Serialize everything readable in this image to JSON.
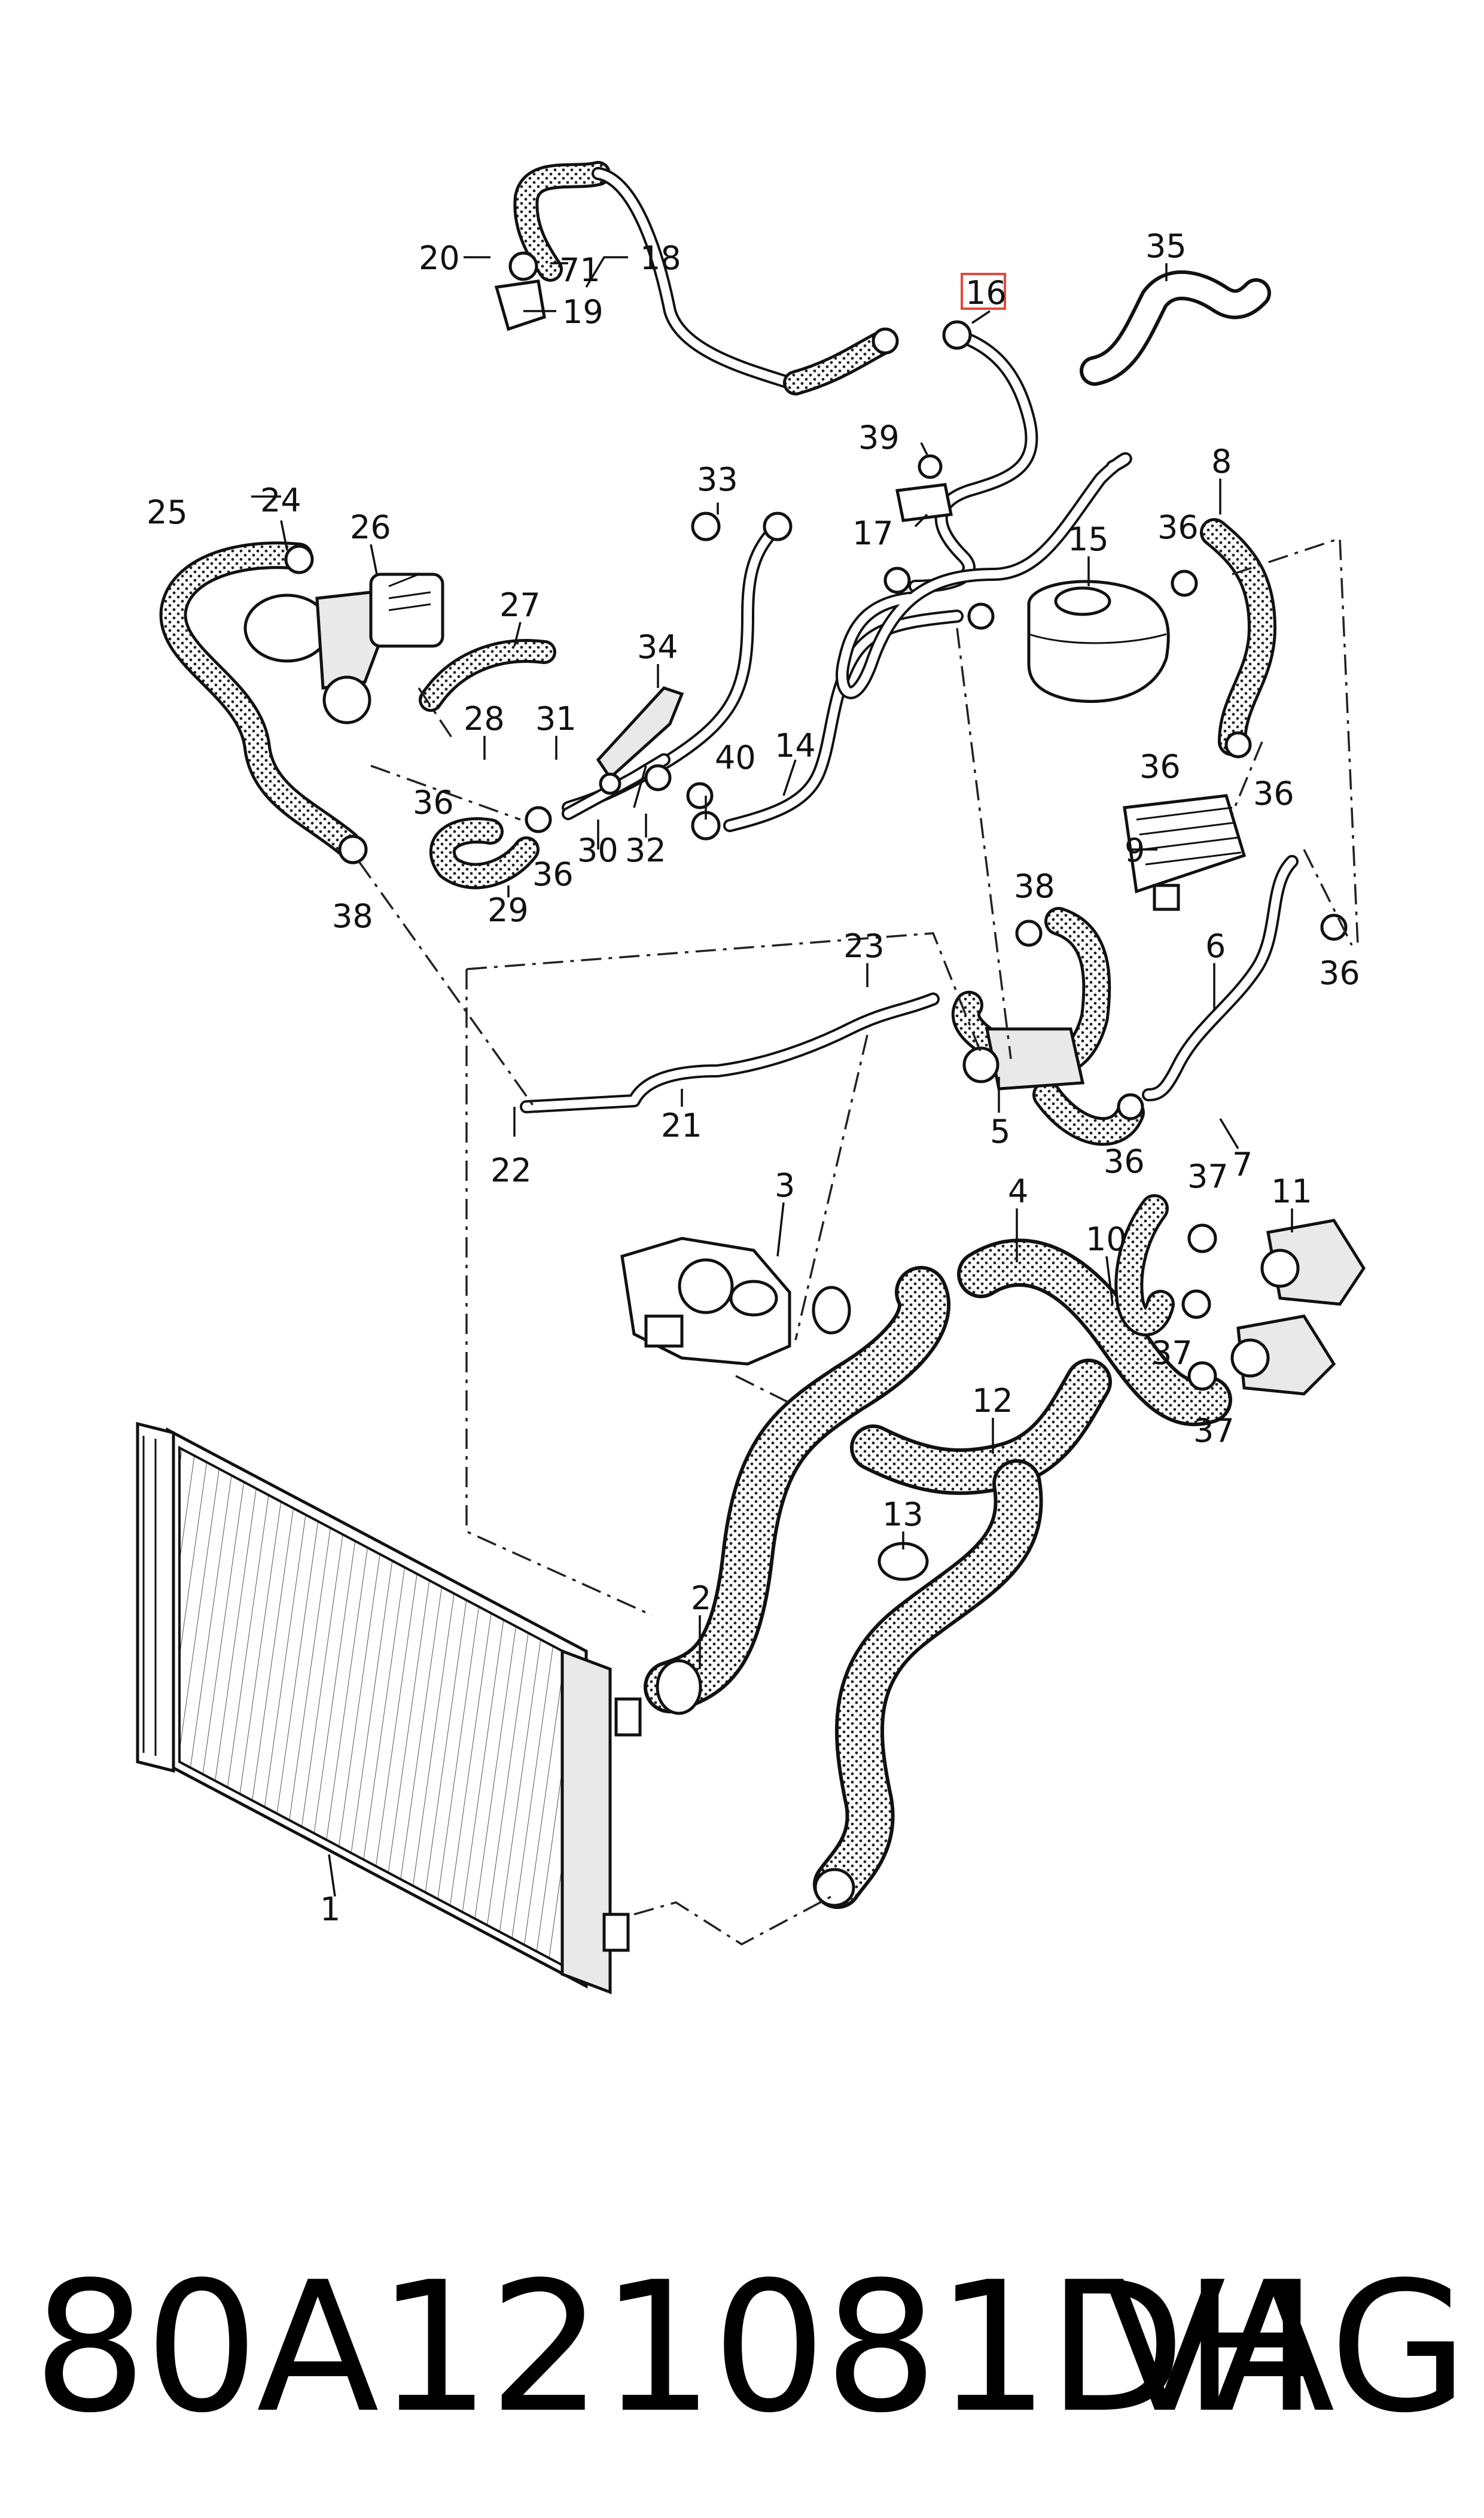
{
  "diagram": {
    "callouts": {
      "c1": "1",
      "c2": "2",
      "c3": "3",
      "c4": "4",
      "c5": "5",
      "c6": "6",
      "c7": "7",
      "c8": "8",
      "c9": "9",
      "c10": "10",
      "c11": "11",
      "c12": "12",
      "c13": "13",
      "c14": "14",
      "c15": "15",
      "c16": "16",
      "c17": "17",
      "c18": "18",
      "c19": "19",
      "c20": "20",
      "c21": "21",
      "c22": "22",
      "c23": "23",
      "c24": "24",
      "c25": "25",
      "c26": "26",
      "c27": "27",
      "c28": "28",
      "c29": "29",
      "c30": "30",
      "c31": "31",
      "c32": "32",
      "c33": "33",
      "c34": "34",
      "c35": "35",
      "c36a": "36",
      "c36b": "36",
      "c36c": "36",
      "c36d": "36",
      "c36e": "36",
      "c36f": "36",
      "c36g": "36",
      "c37a": "37",
      "c37b": "37",
      "c37c": "37",
      "c38a": "38",
      "c38b": "38",
      "c39": "39",
      "c40": "40",
      "c71": "71"
    },
    "highlighted_callout": "16",
    "highlight_color": "#e3483f"
  },
  "caption": {
    "part_number": "80A121081DH",
    "brand": "VAG"
  }
}
